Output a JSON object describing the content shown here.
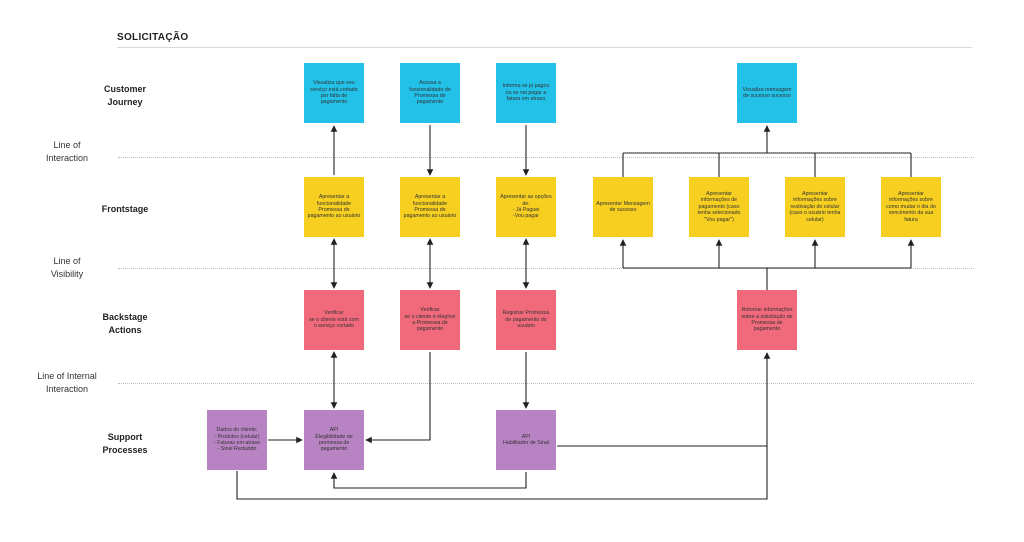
{
  "title": "SOLICITAÇÃO",
  "lanes": {
    "customer_journey": "Customer\nJourney",
    "frontstage": "Frontstage",
    "backstage": "Backstage\nActions",
    "support": "Support\nProcesses"
  },
  "dividers": {
    "interaction": "Line of\nInteraction",
    "visibility": "Line of\nVisibility",
    "internal": "Line of Internal\nInteraction"
  },
  "customer_journey": [
    "Visualiza que seu serviço está cortado por falta de pagamento",
    "Acessa a funcionalidade de Promessa de pagamento",
    "Informa se já pagou ou se vai pagar a fatura em atraso",
    "Visualiza mensagem de sucesso sucesso"
  ],
  "frontstage": [
    "Apresentar a funcionalidade Promessa de pagamento ao usuário",
    "Apresentar a funcionalidade Promessa de pagamento ao usuário",
    "Apresentar as opções de:\n- Já Paguei\n-Vou pagar",
    "Apresentar Mensagem de sucesso",
    "Apresentar informações de pagamento (caso tenha selecionado \"Vou pagar\")",
    "Apresentar informações sobre reativação do celular (caso o usuário tenha celular)",
    "Apresentar informações sobre como mudar o dia do vencimento da sua fatura"
  ],
  "backstage": [
    "Verificar\nse o cliente está com o serviço cortado",
    "Verificar\nse o cliente é elegível a Promessa de pagamento",
    "Registrar Promessa de pagamento do usuário",
    "Retornar informações sobre a solicitação de Promessa de pagamento"
  ],
  "support": [
    "Dados do cliente:\n- Produtos (celular)\n- Faturas em atraso\n- Sinal Reduzido",
    "API\nElegibilidade de promessa de pagamento",
    "API\nHabilitador de Sinal"
  ],
  "colors": {
    "customer_journey": "#23c0e8",
    "frontstage": "#f6cf21",
    "backstage": "#f06a7c",
    "support": "#b883c2"
  }
}
